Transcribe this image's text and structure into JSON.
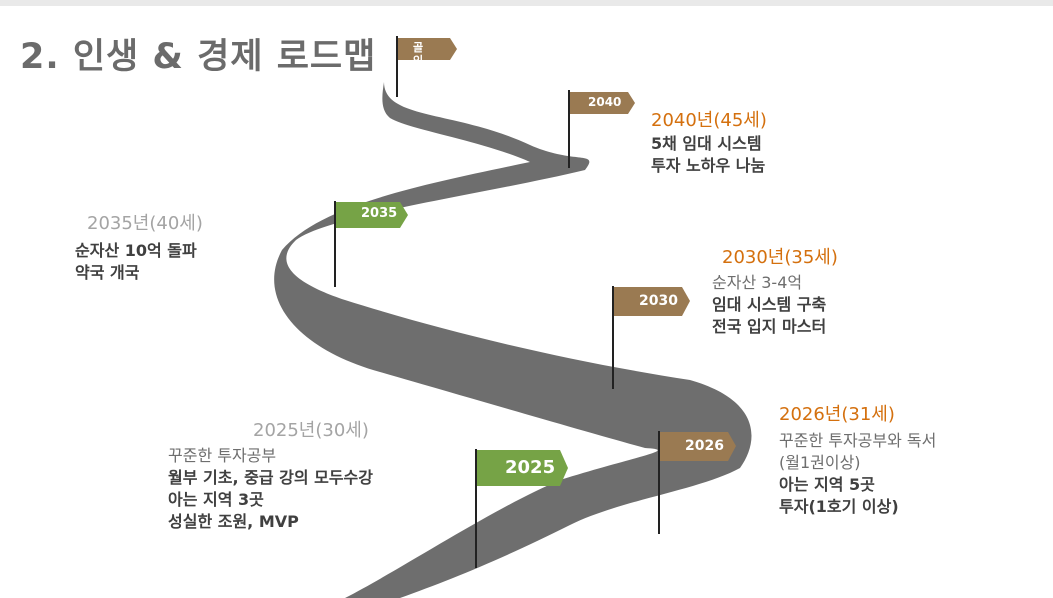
{
  "title": "2. 인생 & 경제 로드맵",
  "colors": {
    "road": "#6e6e6e",
    "brown_flag": "#9a7a52",
    "green_flag": "#76a346",
    "orange": "#d4700e",
    "gray": "#a4a4a4"
  },
  "flags": {
    "goal": "골인",
    "f2040": "2040",
    "f2035": "2035",
    "f2030": "2030",
    "f2026": "2026",
    "f2025": "2025"
  },
  "milestones": {
    "m2040": {
      "year": "2040년(45세)",
      "lines": [
        "5채 임대 시스템",
        "투자 노하우 나눔"
      ]
    },
    "m2035": {
      "year": "2035년(40세)",
      "lines": [
        "순자산 10억 돌파",
        "약국 개국"
      ]
    },
    "m2030": {
      "year": "2030년(35세)",
      "lines": [
        "순자산 3-4억",
        "임대 시스템 구축",
        "전국 입지 마스터"
      ]
    },
    "m2026": {
      "year": "2026년(31세)",
      "lines": [
        "꾸준한 투자공부와 독서",
        "(월1권이상)",
        "아는 지역 5곳",
        "투자(1호기 이상)"
      ]
    },
    "m2025": {
      "year": "2025년(30세)",
      "lines": [
        "꾸준한 투자공부",
        "월부 기초, 중급 강의 모두수강",
        "아는 지역 3곳",
        "성실한 조원, MVP"
      ]
    }
  }
}
